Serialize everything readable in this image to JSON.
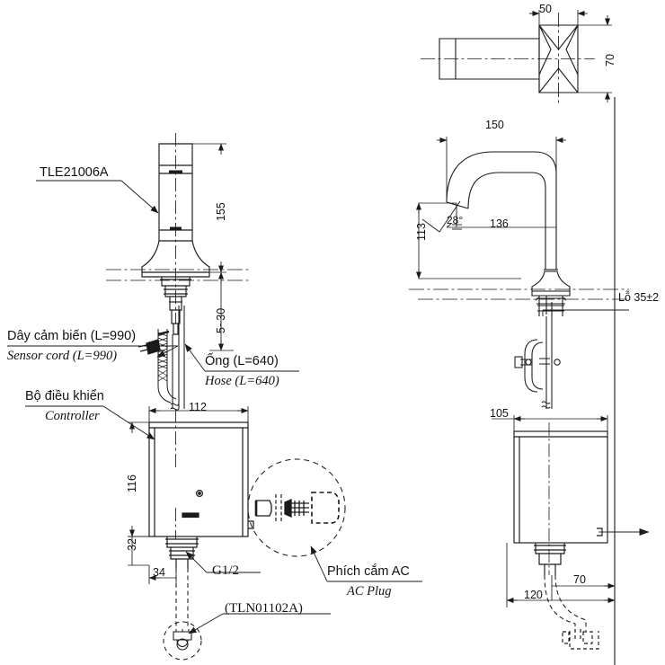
{
  "drawing": {
    "title": "TOTO sensor faucet installation drawing",
    "line_color": "#1a1a1a",
    "bg_color": "#ffffff"
  },
  "labels": {
    "product_code": "TLE21006A",
    "sensor_cord_vi": "Dây cảm biến (L=990)",
    "sensor_cord_en": "Sensor cord (L=990)",
    "hose_vi": "Ống (L=640)",
    "hose_en": "Hose (L=640)",
    "controller_vi": "Bộ điều khiển",
    "controller_en": "Controller",
    "ac_plug_vi": "Phích cắm AC",
    "ac_plug_en": "AC Plug",
    "thread_code": "G1/2",
    "valve_code": "(TLN01102A)",
    "hole_note": "Lỗ 35±2"
  },
  "dimensions": {
    "spout_height_155": "155",
    "deck_thickness_5_30": "5~30",
    "controller_width_112": "112",
    "controller_height_116": "116",
    "controller_outlet_32": "32",
    "controller_offset_34": "34",
    "plan_width_50": "50",
    "plan_height_70": "70",
    "reach_150": "150",
    "reach_136": "136",
    "height_113": "113",
    "angle_28": "28°",
    "side_105": "105",
    "side_70": "70",
    "side_120": "120"
  }
}
